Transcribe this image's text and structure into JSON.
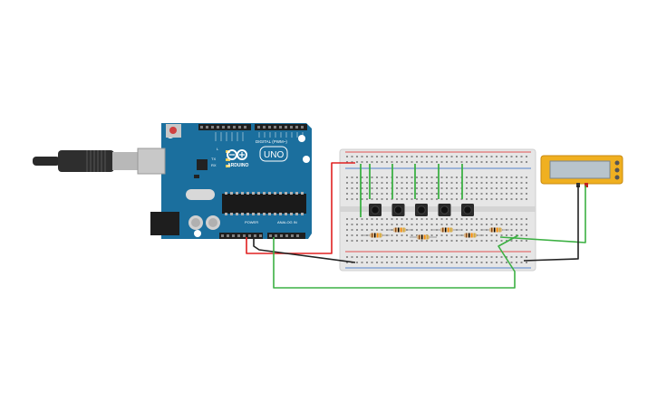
{
  "arduino": {
    "brand": "ARDUINO",
    "model": "UNO",
    "digital_header_label": "DIGITAL (PWM~)",
    "power_label": "POWER",
    "analog_label": "ANALOG IN",
    "tx_label": "TX",
    "rx_label": "RX",
    "l_label": "L"
  },
  "colors": {
    "arduino_board": "#1b6f9e",
    "breadboard": "#e4e4e4",
    "wire_green": "#3cb043",
    "wire_red": "#e02020",
    "wire_black": "#222222",
    "lcd_frame": "#f0b020",
    "lcd_screen": "#b8c4cc"
  },
  "components": {
    "buttons": 5,
    "resistors": 6,
    "usb_cable": "usb-b-cable",
    "display": "lcd-module"
  }
}
